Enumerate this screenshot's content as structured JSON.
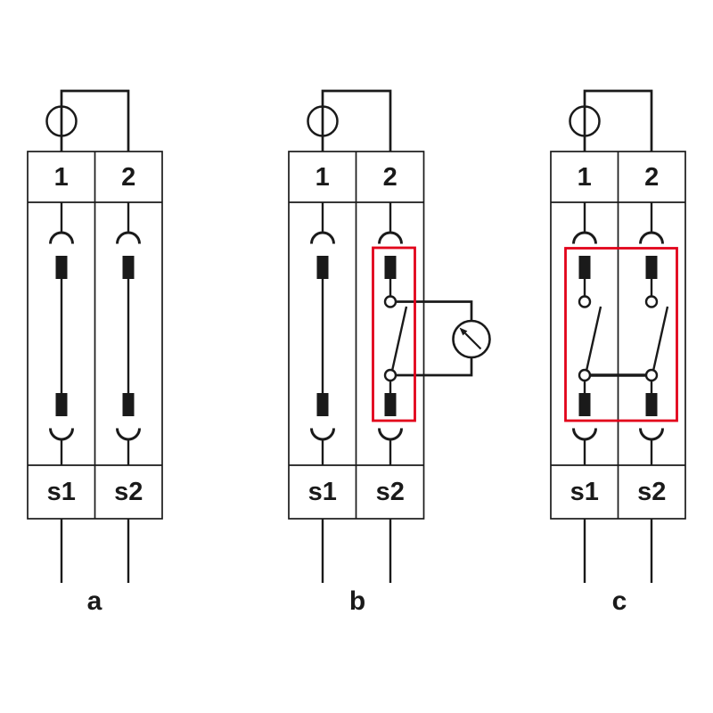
{
  "background_color": "#ffffff",
  "colors": {
    "line": "#1a1a1a",
    "highlight": "#e2001a"
  },
  "icons": {
    "source": "current-source-icon",
    "meter": "measuring-instrument-icon",
    "contact_blade": "disconnect-blade-contact",
    "contact_socket": "socket-arc-contact",
    "switch": "open-knife-switch"
  },
  "diagrams": [
    {
      "label": "a",
      "terminals_top": [
        "1",
        "2"
      ],
      "terminals_bottom": [
        "s1",
        "s2"
      ]
    },
    {
      "label": "b",
      "terminals_top": [
        "1",
        "2"
      ],
      "terminals_bottom": [
        "s1",
        "s2"
      ]
    },
    {
      "label": "c",
      "terminals_top": [
        "1",
        "2"
      ],
      "terminals_bottom": [
        "s1",
        "s2"
      ]
    }
  ]
}
